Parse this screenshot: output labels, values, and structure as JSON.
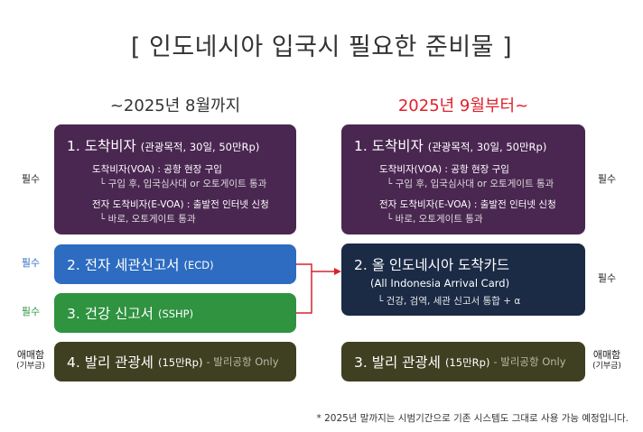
{
  "title": "[ 인도네시아 입국시 필요한 준비물 ]",
  "left": {
    "heading": "~2025년 8월까지",
    "visa": {
      "title": "1. 도착비자",
      "detail": "(관광목적, 30일, 50만Rp)",
      "voa": "도착비자(VOA) : 공항 현장 구입",
      "voa_sub": "└ 구입 후, 입국심사대 or 오토게이트 통과",
      "evoa": "전자 도착비자(E-VOA) : 출발전 인터넷 신청",
      "evoa_sub": "└ 바로, 오토게이트 통과"
    },
    "ecd": {
      "title": "2. 전자 세관신고서",
      "detail": "(ECD)"
    },
    "sshp": {
      "title": "3. 건강 신고서",
      "detail": "(SSHP)"
    },
    "tax": {
      "title": "4. 발리 관광세",
      "detail": "(15만Rp)",
      "note": "- 발리공항 Only"
    }
  },
  "right": {
    "heading": "2025년 9월부터~",
    "visa": {
      "title": "1. 도착비자",
      "detail": "(관광목적, 30일, 50만Rp)",
      "voa": "도착비자(VOA) : 공항 현장 구입",
      "voa_sub": "└ 구입 후, 입국심사대 or 오토게이트 통과",
      "evoa": "전자 도착비자(E-VOA) : 출발전 인터넷 신청",
      "evoa_sub": "└ 바로, 오토게이트 통과"
    },
    "arrival": {
      "title": "2. 올 인도네시아 도착카드",
      "en": "(All Indonesia Arrival Card)",
      "sub": "└ 건강, 검역, 세관 신고서 통합 + α"
    },
    "tax": {
      "title": "3. 발리 관광세",
      "detail": "(15만Rp)",
      "note": "- 발리공항 Only"
    }
  },
  "labels": {
    "required": "필수",
    "ambiguous": "애매함",
    "voluntary": "(기부금)"
  },
  "footnote": "* 2025년 말까지는 시범기간으로 기존 시스템도 그대로 사용 가능 예정입니다.",
  "colors": {
    "visa": "#4a2751",
    "ecd": "#2d6cc0",
    "sshp": "#2f9340",
    "tax": "#3f3f21",
    "arrival": "#1b2a45",
    "connector": "#d9232d",
    "right_heading": "#e0202a"
  }
}
